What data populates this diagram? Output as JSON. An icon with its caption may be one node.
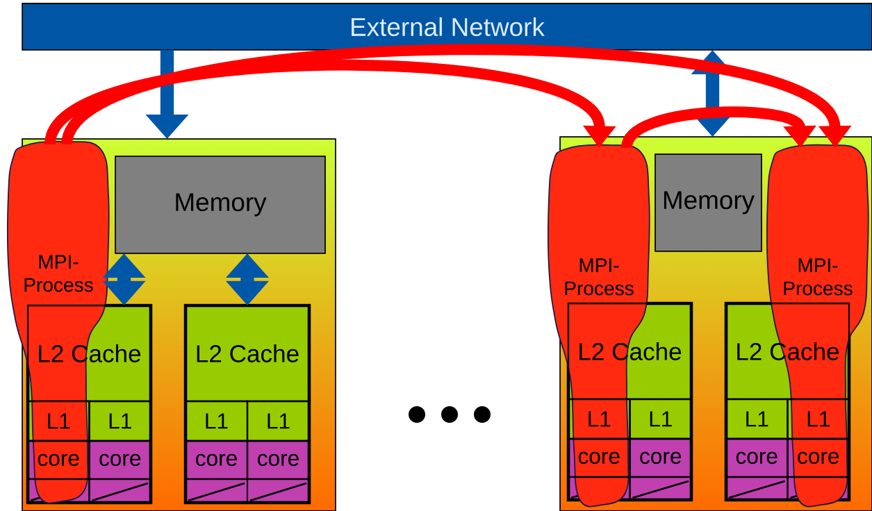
{
  "diagram": {
    "nodes": [
      {
        "text": [
          "External Network"
        ]
      },
      {
        "text": [],
        "shape": "box"
      },
      {
        "text": [
          "Memory"
        ],
        "in": 1
      },
      {
        "text": [],
        "shape": "box",
        "in": 1
      },
      {
        "text": [
          "L2 Cache"
        ],
        "in": 3
      },
      {
        "text": [
          "L1"
        ]
      },
      {
        "text": [
          "L1"
        ],
        "in": 3
      },
      {
        "text": [
          "core"
        ]
      },
      {
        "text": [
          "core"
        ],
        "in": 3
      },
      {
        "text": [],
        "shape": "box",
        "in": 1
      },
      {
        "text": [
          "L2 Cache"
        ],
        "in": 9
      },
      {
        "text": [
          "L1"
        ],
        "in": 9
      },
      {
        "text": [
          "L1"
        ],
        "in": 9
      },
      {
        "text": [
          "core"
        ],
        "in": 9
      },
      {
        "text": [
          "core"
        ],
        "in": 9
      },
      {
        "text": [],
        "shape": "box"
      },
      {
        "text": [
          "Memory"
        ],
        "in": 15
      },
      {
        "text": [],
        "shape": "box",
        "in": 15
      },
      {
        "text": [
          "L2 Cache"
        ],
        "in": 17
      },
      {
        "text": [
          "L1"
        ]
      },
      {
        "text": [
          "L1"
        ],
        "in": 17
      },
      {
        "text": [
          "core"
        ]
      },
      {
        "text": [
          "core"
        ],
        "in": 17
      },
      {
        "text": [],
        "shape": "box",
        "in": 15
      },
      {
        "text": [
          "L2 Cache"
        ],
        "in": 23
      },
      {
        "text": [
          "L1"
        ],
        "in": 23
      },
      {
        "text": [
          "L1"
        ]
      },
      {
        "text": [
          "core"
        ],
        "in": 23
      },
      {
        "text": [
          "core"
        ]
      },
      {
        "text": [
          "MPI-Process"
        ]
      },
      {
        "text": [
          "MPI-Process"
        ]
      },
      {
        "text": [
          "MPI-Process"
        ],
        "in": 15
      }
    ],
    "edges": [
      {
        "from": 0,
        "to": 1,
        "arrow": "to"
      },
      {
        "from": 0,
        "to": 15,
        "arrow": "both"
      },
      {
        "from": 2,
        "to": 4,
        "arrow": "both"
      },
      {
        "from": 2,
        "to": 10,
        "arrow": "both"
      },
      {
        "from": 29,
        "to": 30,
        "arrow": "to",
        "color": "#ff0000"
      },
      {
        "from": 29,
        "to": 31,
        "arrow": "to",
        "color": "#ff0000"
      },
      {
        "from": 30,
        "to": 31,
        "arrow": "to",
        "color": "#ff0000"
      }
    ]
  }
}
